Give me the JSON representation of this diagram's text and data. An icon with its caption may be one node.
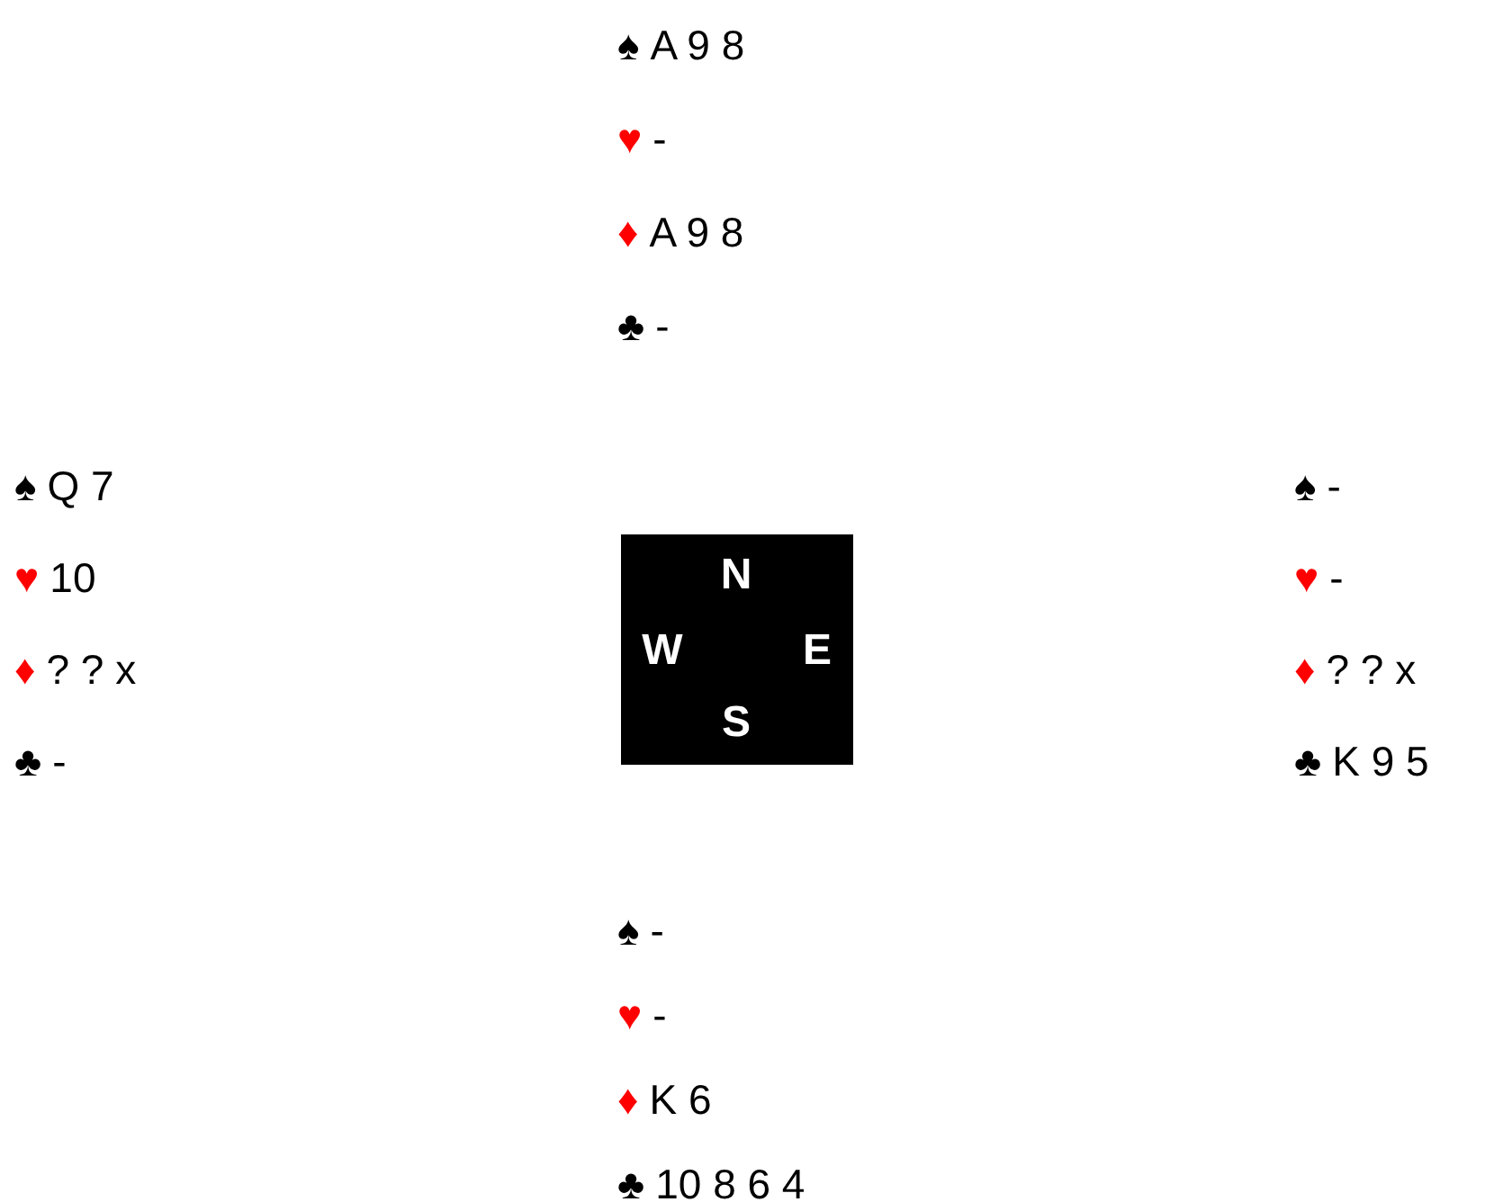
{
  "diagram": {
    "nodes": [
      {
        "text": [
          "N",
          "W",
          "E",
          "S"
        ]
      }
    ],
    "labels": [
      "♠ A 9 8",
      "♥ -",
      "♦ A 9 8",
      "♣ -",
      "♠ Q 7",
      "♥ 10",
      "♦ ? ? x",
      "♣ -",
      "♠ -",
      "♥ -",
      "♦ ? ? x",
      "♣ K 9 5",
      "♠ -",
      "♥ -",
      "♦ K 6",
      "♣ 10 8 6 4"
    ]
  }
}
